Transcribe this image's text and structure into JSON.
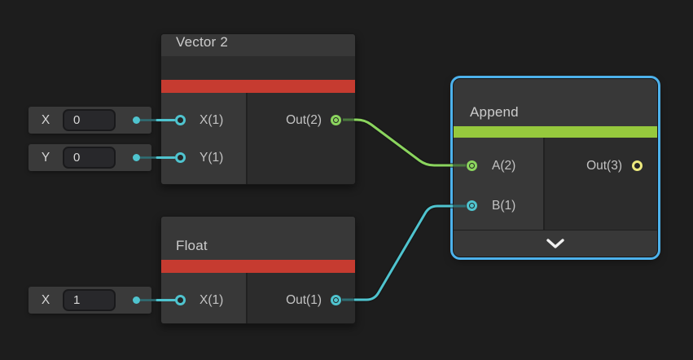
{
  "app": "shader-graph-node-canvas",
  "colors": {
    "background": "#1d1d1d",
    "node_header": "#383838",
    "node_body": "#2c2c2c",
    "selection_outline": "#4db2ec",
    "category_bar_red": "#c63b30",
    "category_bar_green": "#96c93d",
    "port_cyan": "#4fc4cf",
    "port_green": "#8bd55e",
    "port_yellow": "#ece97d",
    "text": "#cccccc"
  },
  "icons": {
    "expand_chevron": "chevron-down"
  },
  "nodes": {
    "vector2": {
      "title": "Vector 2",
      "category_color": "#c63b30",
      "selected": false,
      "ports": {
        "x": {
          "label": "X(1)",
          "color": "#4fc4cf",
          "connected": false
        },
        "y": {
          "label": "Y(1)",
          "color": "#4fc4cf",
          "connected": false
        },
        "out": {
          "label": "Out(2)",
          "color": "#8bd55e",
          "connected": true
        }
      }
    },
    "float": {
      "title": "Float",
      "category_color": "#c63b30",
      "selected": false,
      "ports": {
        "x": {
          "label": "X(1)",
          "color": "#4fc4cf",
          "connected": false
        },
        "out": {
          "label": "Out(1)",
          "color": "#4fc4cf",
          "connected": true
        }
      }
    },
    "append": {
      "title": "Append",
      "category_color": "#96c93d",
      "selected": true,
      "ports": {
        "a": {
          "label": "A(2)",
          "color": "#8bd55e",
          "connected": true
        },
        "b": {
          "label": "B(1)",
          "color": "#4fc4cf",
          "connected": true
        },
        "out": {
          "label": "Out(3)",
          "color": "#ece97d",
          "connected": false
        }
      }
    }
  },
  "controls": {
    "vector2_x": {
      "label": "X",
      "value": "0"
    },
    "vector2_y": {
      "label": "Y",
      "value": "0"
    },
    "float_x": {
      "label": "X",
      "value": "1"
    }
  },
  "edges": [
    {
      "from": "Vector 2.Out(2)",
      "to": "Append.A(2)",
      "color": "#8bd55e"
    },
    {
      "from": "Float.Out(1)",
      "to": "Append.B(1)",
      "color": "#4fc4cf"
    }
  ]
}
